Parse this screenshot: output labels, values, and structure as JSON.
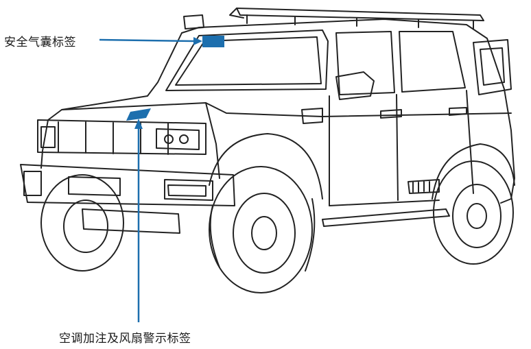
{
  "labels": {
    "airbag": "安全气囊标签",
    "ac_fan": "空调加注及风扇警示标签"
  },
  "colors": {
    "callout": "#1d6fae",
    "line_art": "#222222",
    "background": "#ffffff"
  },
  "illustration": "suv-line-art"
}
